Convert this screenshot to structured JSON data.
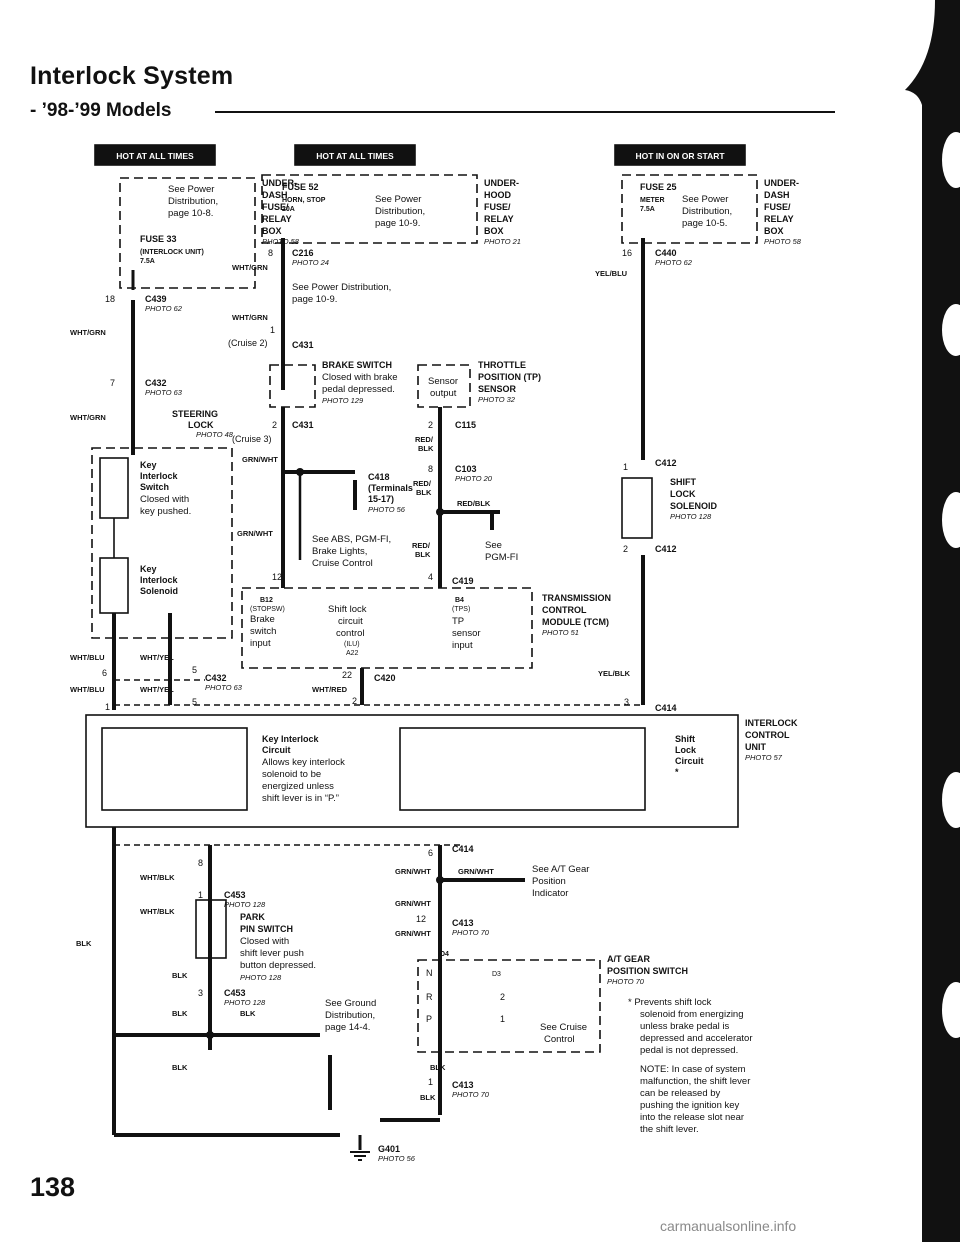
{
  "page": {
    "title": "Interlock System",
    "subtitle": "- ’98-’99 Models",
    "page_number": "138",
    "watermark": "carmanualsonline.info"
  },
  "colors": {
    "ink": "#111111",
    "banner": "#111111",
    "watermark": "#8a8a8a"
  },
  "banners": {
    "hot1": "HOT AT ALL TIMES",
    "hot2": "HOT AT ALL TIMES",
    "hot3": "HOT IN ON OR START"
  },
  "boxes": {
    "udfb1": {
      "l1": "UNDER-",
      "l2": "DASH",
      "l3": "FUSE/",
      "l4": "RELAY",
      "l5": "BOX",
      "photo": "PHOTO 58",
      "see1": "See Power",
      "see2": "Distribution,",
      "see3": "page 10-8.",
      "fuse": "FUSE 33",
      "fuse_sub": "(INTERLOCK UNIT)",
      "fuse_amp": "7.5A"
    },
    "uhfb": {
      "l1": "UNDER-",
      "l2": "HOOD",
      "l3": "FUSE/",
      "l4": "RELAY",
      "l5": "BOX",
      "photo": "PHOTO 21",
      "fuse": "FUSE 52",
      "fuse_sub": "HORN, STOP",
      "fuse_amp": "20A",
      "see1": "See Power",
      "see2": "Distribution,",
      "see3": "page 10-9."
    },
    "udfb2": {
      "l1": "UNDER-",
      "l2": "DASH",
      "l3": "FUSE/",
      "l4": "RELAY",
      "l5": "BOX",
      "photo": "PHOTO 58",
      "fuse": "FUSE 25",
      "fuse_sub": "METER",
      "fuse_amp": "7.5A",
      "see1": "See Power",
      "see2": "Distribution,",
      "see3": "page 10-5."
    }
  },
  "connectors": {
    "c439": {
      "name": "C439",
      "photo": "PHOTO 62",
      "pin": "18"
    },
    "c432a": {
      "name": "C432",
      "photo": "PHOTO 63",
      "pin": "7"
    },
    "c216": {
      "name": "C216",
      "photo": "PHOTO 24",
      "pin": "8"
    },
    "c440": {
      "name": "C440",
      "photo": "PHOTO 62",
      "pin": "16"
    },
    "c431a": {
      "name": "C431",
      "pin": "1",
      "label": "(Cruise 2)"
    },
    "c431b": {
      "name": "C431",
      "pin": "2",
      "label": "(Cruise 3)"
    },
    "c115": {
      "name": "C115",
      "pin": "2"
    },
    "c418": {
      "name": "C418",
      "l2": "(Terminals",
      "l3": "15-17)",
      "photo": "PHOTO 56"
    },
    "c103": {
      "name": "C103",
      "photo": "PHOTO 20",
      "pin": "8"
    },
    "c412a": {
      "name": "C412",
      "pin": "1"
    },
    "c412b": {
      "name": "C412",
      "pin": "2"
    },
    "c419": {
      "name": "C419",
      "pin_left": "12",
      "pin_right": "4"
    },
    "c432b": {
      "name": "C432",
      "photo": "PHOTO 63",
      "pin_top": "6",
      "pin_mid": "5",
      "pin_bot": "1",
      "pin_bot2": "5"
    },
    "c420": {
      "name": "C420",
      "pin_top": "22",
      "pin_bot": "2"
    },
    "c414a": {
      "name": "C414",
      "pin": "3"
    },
    "c414b": {
      "name": "C414",
      "pin": "6"
    },
    "c453a": {
      "name": "C453",
      "photo": "PHOTO 128",
      "pin_top": "8",
      "pin": "1"
    },
    "c453b": {
      "name": "C453",
      "photo": "PHOTO 128",
      "pin": "3"
    },
    "c413a": {
      "name": "C413",
      "photo": "PHOTO 70",
      "pin": "12"
    },
    "c413b": {
      "name": "C413",
      "photo": "PHOTO 70",
      "pin": "1"
    },
    "g401": {
      "name": "G401",
      "photo": "PHOTO 56"
    }
  },
  "wires": {
    "wht_grn": "WHT/GRN",
    "yel_blu": "YEL/BLU",
    "grn_wht": "GRN/WHT",
    "red_blk": "RED/BLK",
    "red": "RED/",
    "blk": "BLK",
    "wht_blu": "WHT/BLU",
    "wht_yel": "WHT/YEL",
    "wht_red": "WHT/RED",
    "yel_blk": "YEL/BLK",
    "wht_blk": "WHT/BLK",
    "blk_only": "BLK"
  },
  "components": {
    "see_pd": {
      "l1": "See Power Distribution,",
      "l2": "page 10-9."
    },
    "brake_sw": {
      "l1": "BRAKE SWITCH",
      "l2": "Closed with brake",
      "l3": "pedal depressed.",
      "photo": "PHOTO 129"
    },
    "tps": {
      "l1": "THROTTLE",
      "l2": "POSITION (TP)",
      "l3": "SENSOR",
      "photo": "PHOTO 32",
      "s1": "Sensor",
      "s2": "output"
    },
    "steering": {
      "l1": "STEERING",
      "l2": "LOCK",
      "photo": "PHOTO 48"
    },
    "key_sw": {
      "l1": "Key",
      "l2": "Interlock",
      "l3": "Switch",
      "l4": "Closed with",
      "l5": "key pushed."
    },
    "key_sol": {
      "l1": "Key",
      "l2": "Interlock",
      "l3": "Solenoid"
    },
    "see_abs": {
      "l1": "See ABS, PGM-FI,",
      "l2": "Brake Lights,",
      "l3": "Cruise Control"
    },
    "see_pgm": {
      "l1": "See",
      "l2": "PGM-FI"
    },
    "shift_sol": {
      "l1": "SHIFT",
      "l2": "LOCK",
      "l3": "SOLENOID",
      "photo": "PHOTO 128"
    },
    "tcm": {
      "l1": "TRANSMISSION",
      "l2": "CONTROL",
      "l3": "MODULE (TCM)",
      "photo": "PHOTO 51",
      "b12": "B12",
      "stopsw": "(STOPSW)",
      "brake1": "Brake",
      "brake2": "switch",
      "brake3": "input",
      "shift1": "Shift lock",
      "shift2": "circuit",
      "shift3": "control",
      "shift4": "(ILU)",
      "shift5": "A22",
      "b4": "B4",
      "tps1": "(TPS)",
      "tps2": "TP",
      "tps3": "sensor",
      "tps4": "input"
    },
    "interlock_unit": {
      "l1": "INTERLOCK",
      "l2": "CONTROL",
      "l3": "UNIT",
      "photo": "PHOTO 57",
      "kic1": "Key Interlock",
      "kic2": "Circuit",
      "kic3": "Allows key interlock",
      "kic4": "solenoid to be",
      "kic5": "energized unless",
      "kic6": "shift lever is in “P.”",
      "slc1": "Shift",
      "slc2": "Lock",
      "slc3": "Circuit",
      "slc4": "*"
    },
    "see_at": {
      "l1": "See A/T Gear",
      "l2": "Position",
      "l3": "Indicator"
    },
    "park_sw": {
      "l1": "PARK",
      "l2": "PIN SWITCH",
      "l3": "Closed with",
      "l4": "shift lever push",
      "l5": "button depressed.",
      "photo": "PHOTO 128"
    },
    "see_ground": {
      "l1": "See Ground",
      "l2": "Distribution,",
      "l3": "page 14-4."
    },
    "at_gear": {
      "l1": "A/T GEAR",
      "l2": "POSITION SWITCH",
      "photo": "PHOTO 70",
      "d4": "D4",
      "n": "N",
      "d3": "D3",
      "r": "R",
      "two": "2",
      "p": "P",
      "one": "1",
      "sc1": "See Cruise",
      "sc2": "Control"
    }
  },
  "notes": {
    "n1": "*  Prevents shift lock",
    "n2": "solenoid from energizing",
    "n3": "unless brake pedal is",
    "n4": "depressed and accelerator",
    "n5": "pedal is not depressed.",
    "n6": "NOTE: In case of system",
    "n7": "malfunction, the shift lever",
    "n8": "can be released by",
    "n9": "pushing the ignition key",
    "n10": "into the release slot near",
    "n11": "the shift lever."
  }
}
